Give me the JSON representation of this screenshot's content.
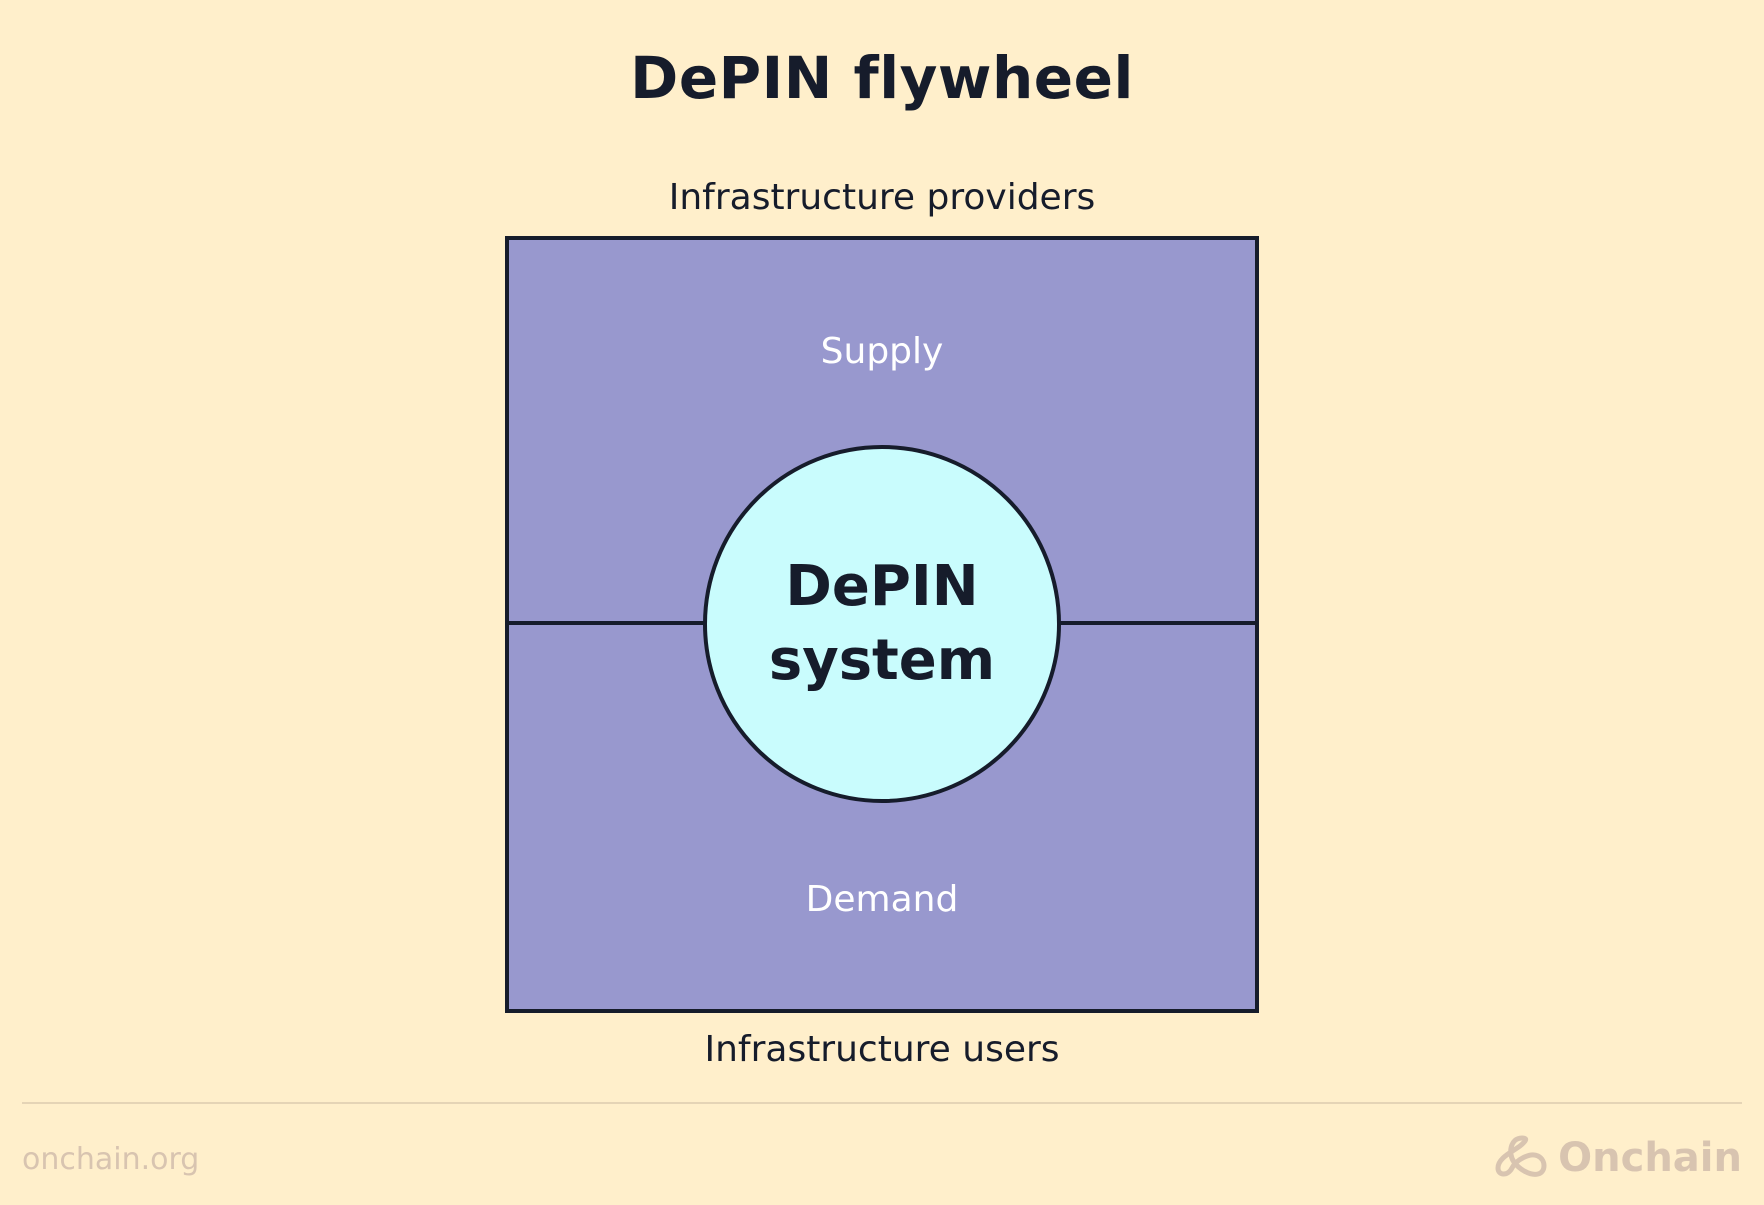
{
  "colors": {
    "background": "#FFEFCB",
    "ink": "#161C2B",
    "quadrant_fill": "#9898CE",
    "circle_fill": "#C9FCFD",
    "quadrant_text": "#FFFFFF",
    "footer_text": "#D8C4B0",
    "rule": "#E5D4B6"
  },
  "diagram": {
    "title": "DePIN flywheel",
    "top_label": "Infrastructure providers",
    "bottom_label": "Infrastructure users",
    "supply_label": "Supply",
    "demand_label": "Demand",
    "center_label": "DePIN system"
  },
  "footer": {
    "url": "onchain.org",
    "brand": "Onchain",
    "brand_icon": "onchain-logo-icon"
  }
}
